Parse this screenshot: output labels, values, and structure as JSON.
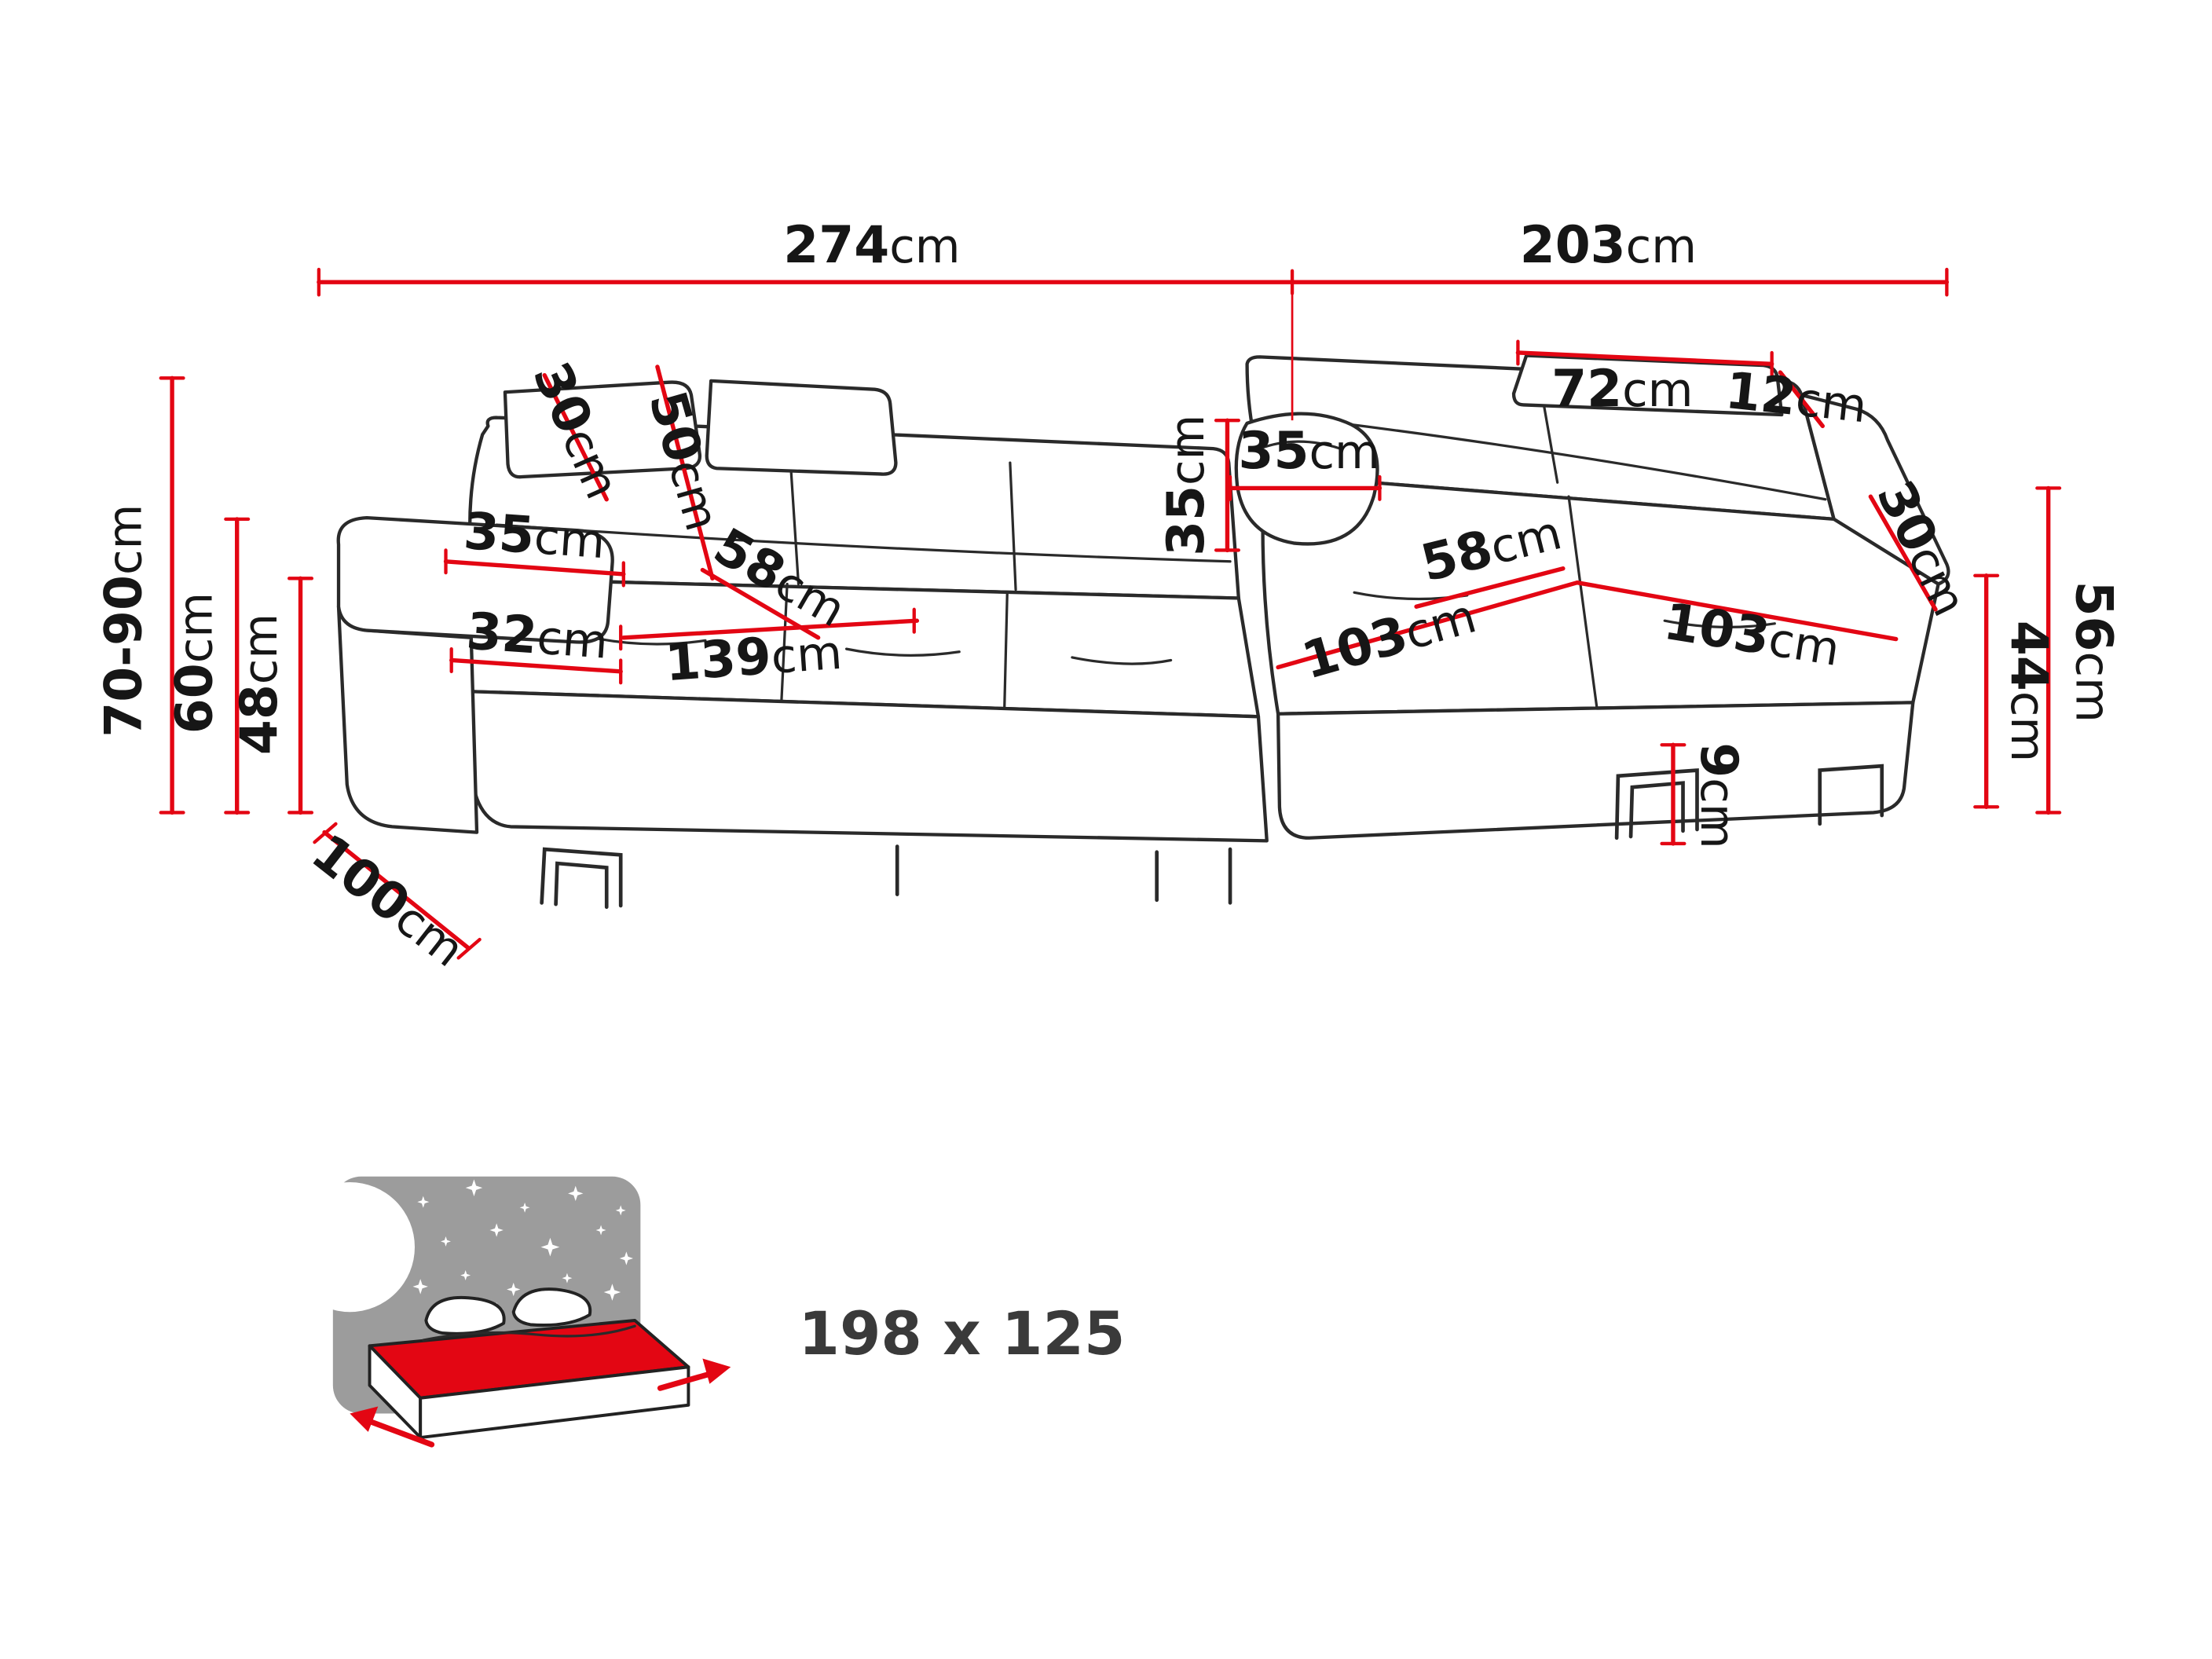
{
  "diagram": {
    "type": "furniture-dimension-diagram",
    "subject": "corner-sofa-with-sleeping-function",
    "colors": {
      "dimension_line": "#e30613",
      "outline": "#2a2a2a",
      "night_sky_gray": "#9c9c9c",
      "label_text": "#161616"
    },
    "dimensions": {
      "total_width": {
        "value": "274",
        "unit": "cm"
      },
      "total_depth_right": {
        "value": "203",
        "unit": "cm"
      },
      "height_adjustable": {
        "value": "70-90",
        "unit": "cm"
      },
      "backrest_height": {
        "value": "60",
        "unit": "cm"
      },
      "seat_height_left": {
        "value": "48",
        "unit": "cm"
      },
      "armrest_width": {
        "value": "35",
        "unit": "cm"
      },
      "armrest_height": {
        "value": "32",
        "unit": "cm"
      },
      "depth_left": {
        "value": "100",
        "unit": "cm"
      },
      "headrest_depth_left": {
        "value": "30",
        "unit": "cm"
      },
      "backrest_panel_left": {
        "value": "50",
        "unit": "cm"
      },
      "seat_depth_left": {
        "value": "58",
        "unit": "cm"
      },
      "seat_width_left": {
        "value": "139",
        "unit": "cm"
      },
      "pillow_height": {
        "value": "35",
        "unit": "cm"
      },
      "pillow_width": {
        "value": "35",
        "unit": "cm"
      },
      "headrest_width_right": {
        "value": "72",
        "unit": "cm"
      },
      "headrest_thickness_right": {
        "value": "12",
        "unit": "cm"
      },
      "seat_depth_right": {
        "value": "58",
        "unit": "cm"
      },
      "chaise_length_inner": {
        "value": "103",
        "unit": "cm"
      },
      "chaise_length_outer": {
        "value": "103",
        "unit": "cm"
      },
      "backrest_depth_right": {
        "value": "30",
        "unit": "cm"
      },
      "seat_height_right": {
        "value": "44",
        "unit": "cm"
      },
      "side_height_right": {
        "value": "56",
        "unit": "cm"
      },
      "leg_height": {
        "value": "9",
        "unit": "cm"
      }
    },
    "sleeping_area": {
      "label": "198 x 125"
    }
  }
}
